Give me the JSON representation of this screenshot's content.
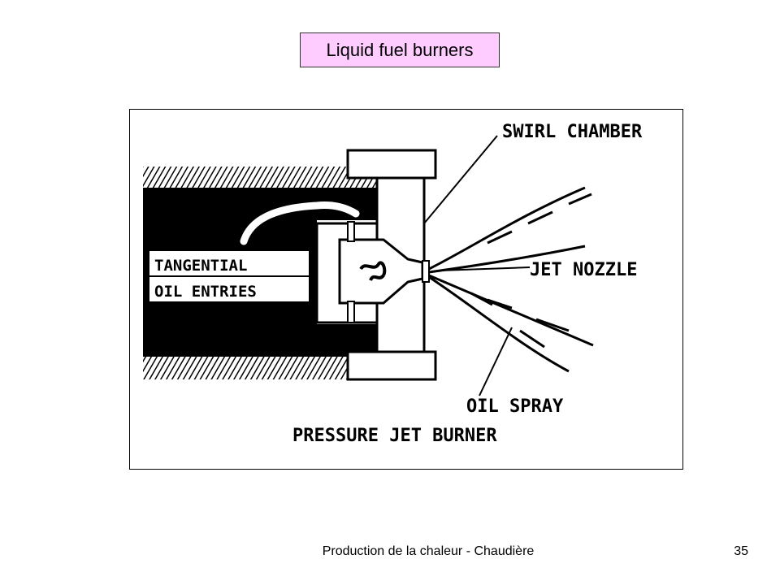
{
  "slide": {
    "title": "Liquid fuel burners",
    "footer": "Production de la chaleur - Chaudière",
    "page_number": "35"
  },
  "diagram": {
    "labels": {
      "swirl_chamber": "SWIRL CHAMBER",
      "tangential": "TANGENTIAL",
      "oil_entries": "OIL ENTRIES",
      "jet_nozzle": "JET NOZZLE",
      "oil_spray": "OIL SPRAY",
      "caption": "PRESSURE JET BURNER"
    }
  }
}
